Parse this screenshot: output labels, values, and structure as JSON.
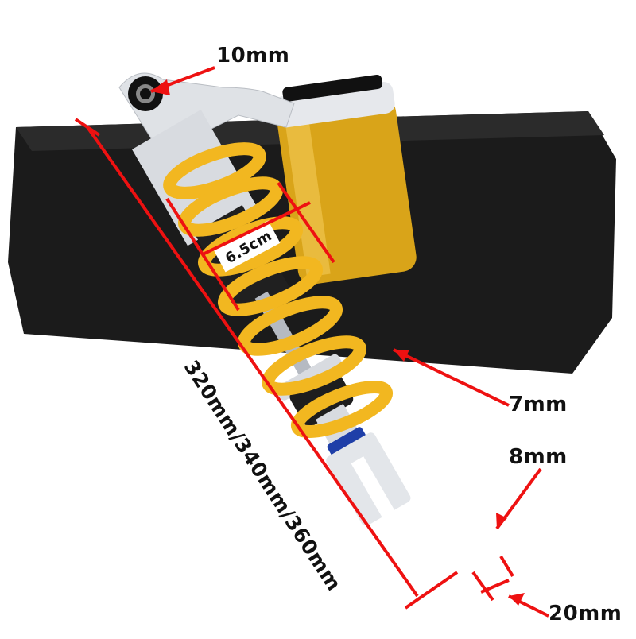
{
  "image": {
    "subject": "motorcycle rear shock absorber with yellow spring and gold reservoir on black box",
    "colors": {
      "background": "#ffffff",
      "box": "#1b1b1b",
      "spring": "#f2b720",
      "reservoir": "#d9a419",
      "aluminum": "#d8dbe0",
      "arrow": "#ee1111",
      "nut": "#1f3fa8"
    }
  },
  "annotations": {
    "top_eye_diameter": "10mm",
    "spring_diameter": "6.5cm",
    "spring_wire": "7mm",
    "bottom_hole": "8mm",
    "fork_gap": "20mm",
    "length": "320mm/340mm/360mm"
  }
}
